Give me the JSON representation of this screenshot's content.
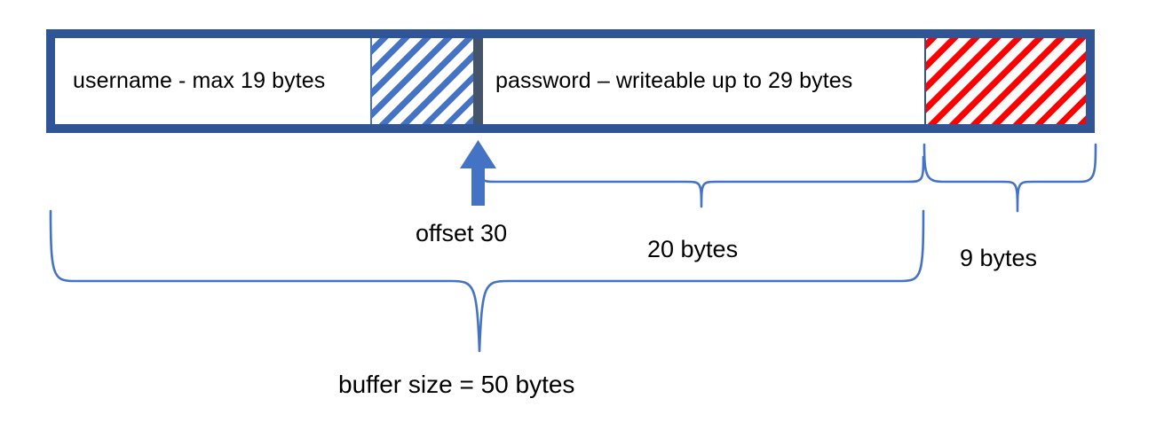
{
  "diagram": {
    "title": "buffer layout overflow diagram",
    "colors": {
      "box_border": "#2F5597",
      "blue_hatch": "#4472C4",
      "red_hatch": "#FF0000",
      "divider": "#44546A",
      "brace": "#4472C4",
      "arrow": "#4472C4",
      "text": "#000000",
      "background": "#FFFFFF"
    },
    "buffer": {
      "segments": [
        {
          "id": "username",
          "label": "username - max 19 bytes",
          "fill": "solid-white"
        },
        {
          "id": "blue-slack",
          "label": "",
          "fill": "blue-diagonal-hatch"
        },
        {
          "id": "divider",
          "label": "",
          "fill": "solid-slate"
        },
        {
          "id": "password",
          "label": "password – writeable up to 29 bytes",
          "fill": "solid-white"
        },
        {
          "id": "red-overflow",
          "label": "",
          "fill": "red-diagonal-hatch"
        }
      ]
    },
    "annotations": {
      "offset_marker": "offset 30",
      "span_password_writable": "20 bytes",
      "span_overflow": "9 bytes",
      "span_total": "buffer size = 50 bytes"
    }
  }
}
